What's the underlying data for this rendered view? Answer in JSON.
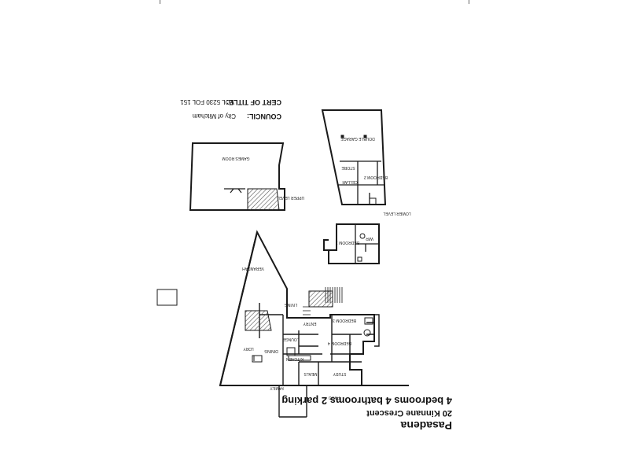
{
  "header": {
    "suburb": "Pasadena",
    "address": "20 Kinnane Crescent",
    "summary": "4 bedrooms 4 bathrooms 2 parking"
  },
  "title_block": {
    "council_label": "COUNCIL:",
    "council_value": "City of Mitcham",
    "cert_label": "CERT OF TITLE:",
    "cert_value": "VOL 5230 FOL 151"
  },
  "rooms": {
    "bedroom1": "BEDROOM 1",
    "bedroom2": "BEDROOM 2",
    "bedroom3": "BEDROOM 3",
    "bedroom4": "BEDROOM 4",
    "study": "STUDY",
    "family": "FAMILY",
    "living": "LIVING",
    "dining": "DINING",
    "kitchen": "KITCHEN",
    "lounge": "LOUNGE",
    "meals": "MEALS",
    "entry": "ENTRY",
    "laundry": "LDRY",
    "patio": "PATIO",
    "garage": "DOUBLE GARAGE",
    "storage": "STORE",
    "cellar": "CELLAR",
    "wir": "WIR",
    "games": "GAMES ROOM",
    "verandah": "VERANDAH",
    "lower_level": "LOWER LEVEL",
    "upper_level": "UPPER LEVEL"
  },
  "colors": {
    "line": "#1a1a1a",
    "hatch": "#555555"
  }
}
